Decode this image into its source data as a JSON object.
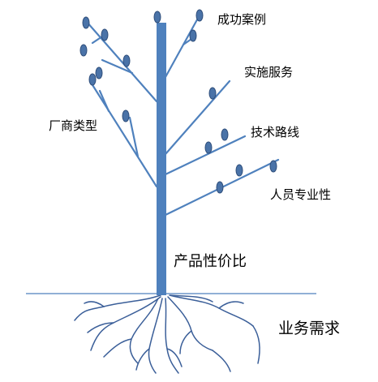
{
  "labels": {
    "success_cases": "成功案例",
    "implementation_service": "实施服务",
    "technical_route": "技术路线",
    "staff_professionalism": "人员专业性",
    "vendor_type": "厂商类型",
    "cost_performance": "产品性价比",
    "business_needs": "业务需求"
  },
  "colors": {
    "trunk": "#4f81bd",
    "branch": "#4f81bd",
    "fruit_fill": "#4a73a8",
    "fruit_stroke": "#2e4d7a",
    "ground_line": "#4f81bd",
    "roots": "#3b5f99",
    "text": "#000000"
  }
}
